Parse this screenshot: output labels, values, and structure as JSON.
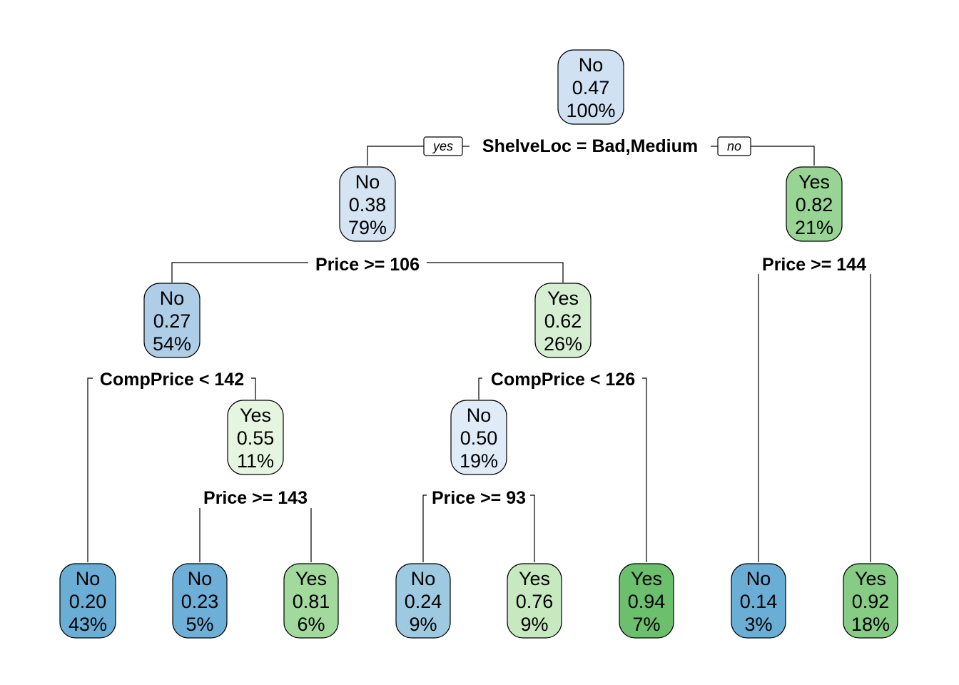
{
  "branch_labels": {
    "yes": "yes",
    "no": "no"
  },
  "nodes": [
    {
      "id": "root",
      "label": "No",
      "prob": "0.47",
      "pct": "100%",
      "color": "#cfe1f2"
    },
    {
      "id": "n2",
      "label": "No",
      "prob": "0.38",
      "pct": "79%",
      "color": "#d5e4f2"
    },
    {
      "id": "n3",
      "label": "Yes",
      "prob": "0.82",
      "pct": "21%",
      "color": "#98d594"
    },
    {
      "id": "n4",
      "label": "No",
      "prob": "0.27",
      "pct": "54%",
      "color": "#aecde6"
    },
    {
      "id": "n5",
      "label": "Yes",
      "prob": "0.62",
      "pct": "26%",
      "color": "#d6eed2"
    },
    {
      "id": "n8",
      "label": "No",
      "prob": "0.20",
      "pct": "43%",
      "color": "#6aaed6"
    },
    {
      "id": "n9",
      "label": "Yes",
      "prob": "0.55",
      "pct": "11%",
      "color": "#e5f5e0"
    },
    {
      "id": "n18",
      "label": "No",
      "prob": "0.23",
      "pct": "5%",
      "color": "#6eafd8"
    },
    {
      "id": "n19",
      "label": "Yes",
      "prob": "0.81",
      "pct": "6%",
      "color": "#a2d99c"
    },
    {
      "id": "n10",
      "label": "No",
      "prob": "0.50",
      "pct": "19%",
      "color": "#dfebf7"
    },
    {
      "id": "n20",
      "label": "No",
      "prob": "0.24",
      "pct": "9%",
      "color": "#9ecae1"
    },
    {
      "id": "n21",
      "label": "Yes",
      "prob": "0.76",
      "pct": "9%",
      "color": "#c7e9c0"
    },
    {
      "id": "n11",
      "label": "Yes",
      "prob": "0.94",
      "pct": "7%",
      "color": "#6bbf6d"
    },
    {
      "id": "n6",
      "label": "No",
      "prob": "0.14",
      "pct": "3%",
      "color": "#6aaed6"
    },
    {
      "id": "n7",
      "label": "Yes",
      "prob": "0.92",
      "pct": "18%",
      "color": "#86cc85"
    }
  ],
  "splits": [
    {
      "id": "s1",
      "text": "ShelveLoc = Bad,Medium"
    },
    {
      "id": "s2",
      "text": "Price >= 106"
    },
    {
      "id": "s3",
      "text": "Price >= 144"
    },
    {
      "id": "s4",
      "text": "CompPrice < 142"
    },
    {
      "id": "s5",
      "text": "CompPrice < 126"
    },
    {
      "id": "s6",
      "text": "Price >= 143"
    },
    {
      "id": "s7",
      "text": "Price >= 93"
    }
  ]
}
